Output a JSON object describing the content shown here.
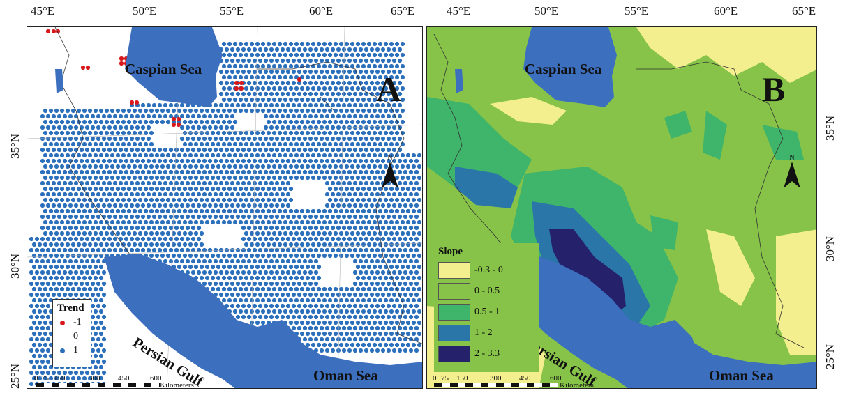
{
  "lon_ticks_top": [
    "45°E",
    "50°E",
    "55°E",
    "60°E",
    "65°E"
  ],
  "lat_ticks_a": [
    "35°N",
    "30°N",
    "25°N"
  ],
  "lat_ticks_b": [
    "35°N",
    "30°N",
    "25°N"
  ],
  "panel_a": {
    "letter": "A",
    "seas": {
      "caspian": "Caspian Sea",
      "persian": "Persian Gulf",
      "oman": "Oman Sea"
    },
    "north_label": "N",
    "legend": {
      "title": "Trend",
      "items": [
        {
          "label": "-1",
          "color": "#d7191c"
        },
        {
          "label": "0",
          "color": "#ffffff"
        },
        {
          "label": "1",
          "color": "#2c6fbb"
        }
      ]
    },
    "scale": {
      "ticks": [
        "0",
        "75",
        "150",
        "300",
        "450",
        "600"
      ],
      "unit": "Kilometers"
    }
  },
  "panel_b": {
    "letter": "B",
    "seas": {
      "caspian": "Caspian Sea",
      "persian": "Persian Gulf",
      "oman": "Oman Sea"
    },
    "north_label": "N",
    "legend": {
      "title": "Slope",
      "items": [
        {
          "label": "-0.3 - 0",
          "color": "#f3ef8e"
        },
        {
          "label": "0 - 0.5",
          "color": "#86c348"
        },
        {
          "label": "0.5 - 1",
          "color": "#3fb46b"
        },
        {
          "label": "1 - 2",
          "color": "#2a76a8"
        },
        {
          "label": "2 - 3.3",
          "color": "#25216b"
        }
      ]
    },
    "scale": {
      "ticks": [
        "0",
        "75",
        "150",
        "300",
        "450",
        "600"
      ],
      "unit": "Kilometers"
    }
  },
  "colors": {
    "water": "#3d6fbf",
    "border": "#333333"
  }
}
